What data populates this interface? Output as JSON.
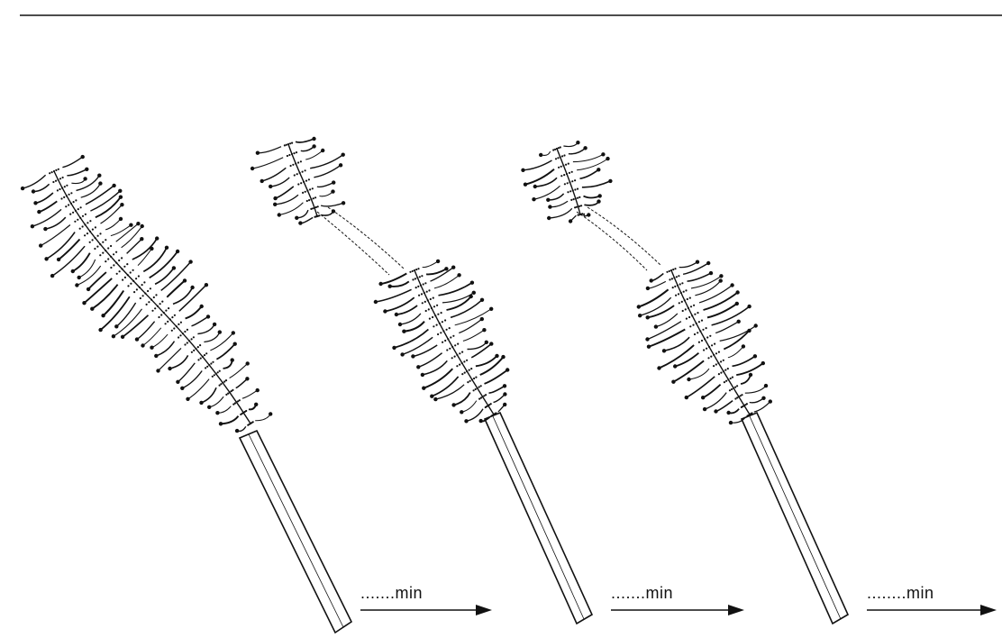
{
  "steps": [
    {
      "label": ".......min"
    },
    {
      "label": ".......min"
    },
    {
      "label": "........min"
    }
  ],
  "colors": {
    "ink": "#111111",
    "background": "#ffffff"
  }
}
